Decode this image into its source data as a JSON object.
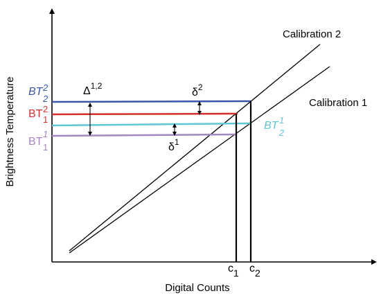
{
  "axes": {
    "x_label": "Digital Counts",
    "y_label": "Brightness Temperature"
  },
  "calibration_lines": {
    "cal1_label": "Calibration 1",
    "cal2_label": "Calibration 2"
  },
  "count_labels": {
    "c1": {
      "base": "c",
      "sub": "1"
    },
    "c2": {
      "base": "c",
      "sub": "2"
    }
  },
  "bt_labels": {
    "bt22": {
      "base": "BT",
      "sup": "2",
      "sub": "2",
      "color": "#3a55a8",
      "italic": true
    },
    "bt12": {
      "base": "BT",
      "sup": "2",
      "sub": "1",
      "color": "#d62d2d",
      "italic": false
    },
    "bt11": {
      "base": "BT",
      "sup": "1",
      "sub": "1",
      "color": "#a586c0",
      "italic": false
    },
    "bt21": {
      "base": "BT",
      "sup": "1",
      "sub": "2",
      "color": "#5ec6d6",
      "italic": true
    }
  },
  "differences": {
    "big_delta": {
      "base": "Δ",
      "sup": "1,2"
    },
    "delta_2": {
      "base": "δ",
      "sup": "2"
    },
    "delta_1": {
      "base": "δ",
      "sup": "1"
    }
  },
  "colors": {
    "bt22": "#3a55a8",
    "bt12": "#d62d2d",
    "bt11": "#a586c0",
    "bt21": "#5ec6d6",
    "axis": "#000000"
  }
}
